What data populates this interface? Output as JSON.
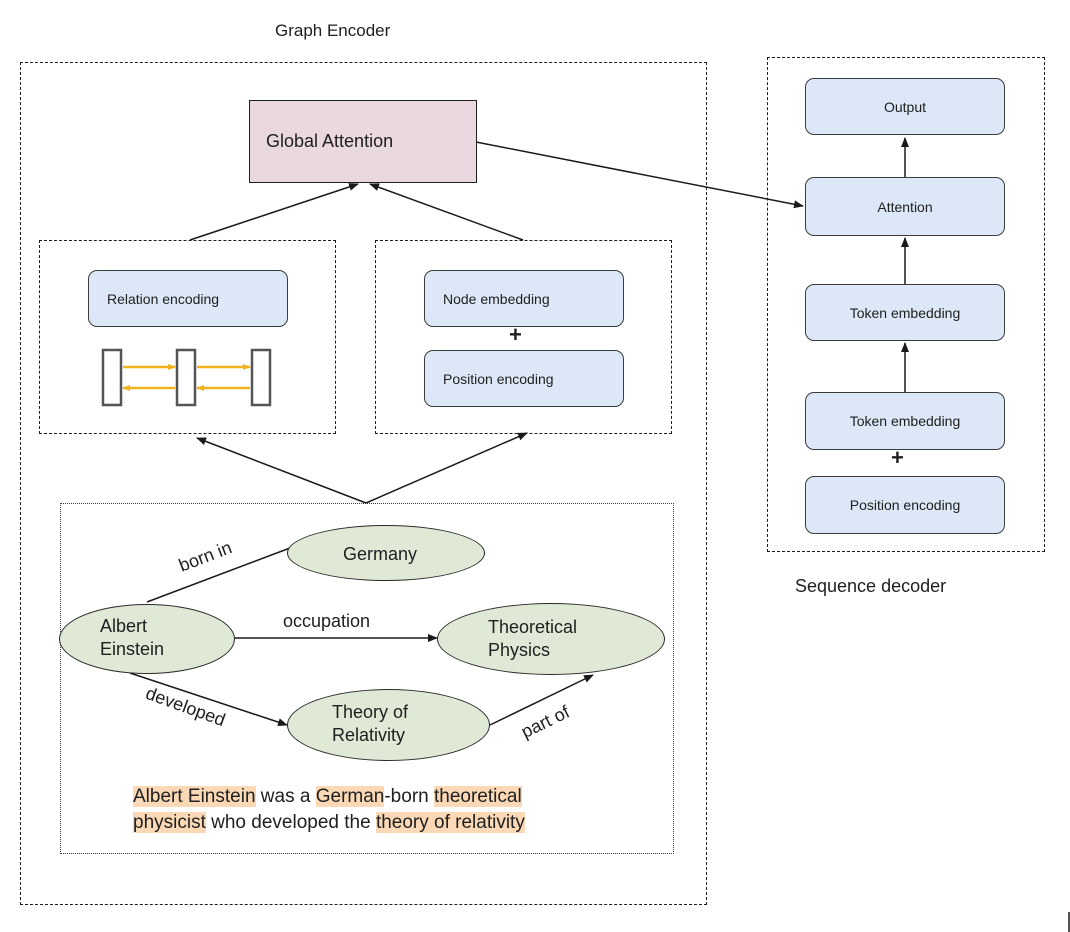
{
  "graph_encoder": {
    "title": "Graph Encoder",
    "global_attention": "Global Attention",
    "relation_encoding": "Relation encoding",
    "node_embedding": "Node embedding",
    "position_encoding": "Position encoding",
    "plus": "+"
  },
  "knowledge_graph": {
    "nodes": {
      "albert_einstein": [
        "Albert",
        "Einstein"
      ],
      "germany": "Germany",
      "theoretical_physics": [
        "Theoretical",
        "Physics"
      ],
      "theory_of_relativity": [
        "Theory of",
        "Relativity"
      ]
    },
    "edges": {
      "born_in": "born in",
      "occupation": "occupation",
      "developed": "developed",
      "part_of": "part of"
    }
  },
  "sentence": {
    "line1": [
      {
        "text": "Albert Einstein",
        "highlight": true
      },
      {
        "text": " was a ",
        "highlight": false
      },
      {
        "text": "German",
        "highlight": true
      },
      {
        "text": "-born ",
        "highlight": false
      },
      {
        "text": "theoretical",
        "highlight": true
      }
    ],
    "line2": [
      {
        "text": "physicist",
        "highlight": true
      },
      {
        "text": " who developed the ",
        "highlight": false
      },
      {
        "text": "theory of relativity",
        "highlight": true
      }
    ]
  },
  "sequence_decoder": {
    "title": "Sequence decoder",
    "output": "Output",
    "attention": "Attention",
    "token_embedding_upper": "Token embedding",
    "token_embedding_lower": "Token embedding",
    "position_encoding": "Position encoding",
    "plus": "+"
  },
  "colors": {
    "block_fill": "#dce8f7",
    "global_attention_fill": "#ead8e0",
    "node_fill": "#dfe9d6",
    "highlight": "#fbd9b6",
    "relation_arrows": "#f2b21b"
  }
}
